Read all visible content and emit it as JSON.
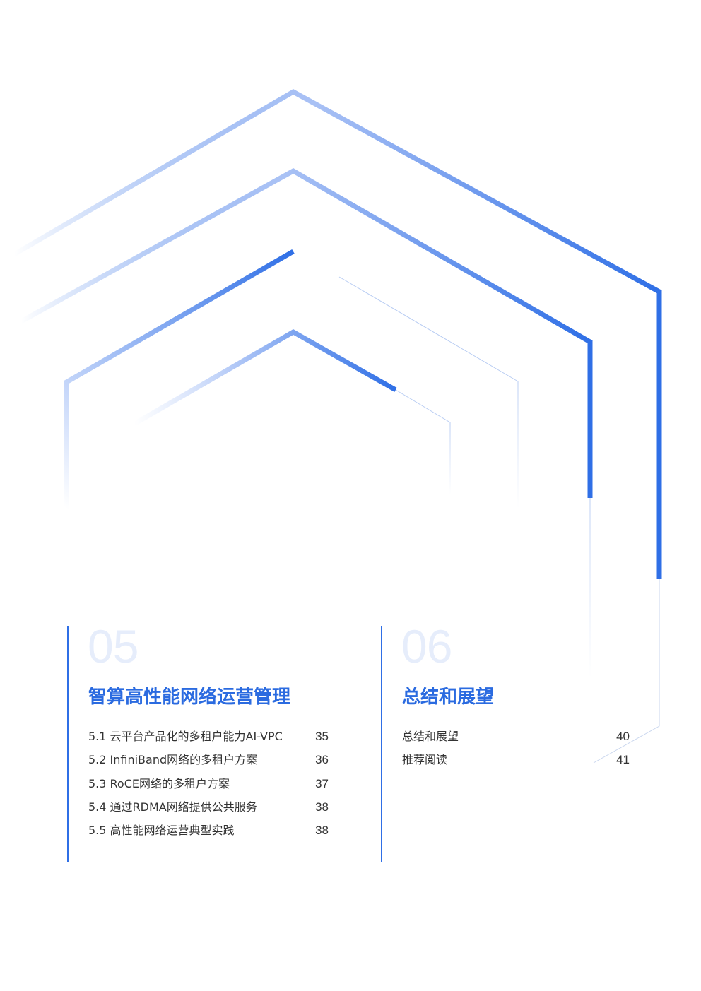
{
  "colors": {
    "accent": "#2b6be0",
    "accent_light": "#a9c1f5",
    "number_faint": "#e6edfb",
    "text": "#333333"
  },
  "sections": [
    {
      "number": "05",
      "title": "智算高性能网络运营管理",
      "items": [
        {
          "label": "5.1 云平台产品化的多租户能力AI-VPC",
          "page": "35"
        },
        {
          "label": "5.2 InfiniBand网络的多租户方案",
          "page": "36"
        },
        {
          "label": "5.3 RoCE网络的多租户方案",
          "page": "37"
        },
        {
          "label": "5.4 通过RDMA网络提供公共服务",
          "page": "38"
        },
        {
          "label": "5.5 高性能网络运营典型实践",
          "page": "38"
        }
      ]
    },
    {
      "number": "06",
      "title": "总结和展望",
      "items": [
        {
          "label": "总结和展望",
          "page": "40"
        },
        {
          "label": "推荐阅读",
          "page": "41"
        }
      ]
    }
  ]
}
